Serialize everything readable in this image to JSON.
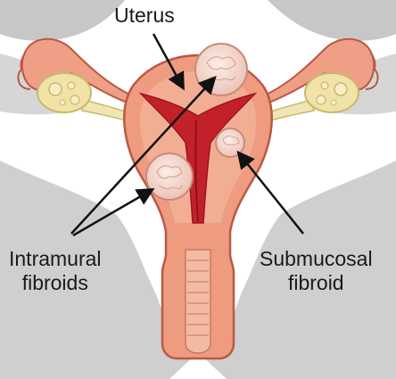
{
  "labels": {
    "uterus": "Uterus",
    "intramural_line1": "Intramural",
    "intramural_line2": "fibroids",
    "submucosal_line1": "Submucosal",
    "submucosal_line2": "fibroid"
  },
  "colors": {
    "background_silhouette": "#bfbfbf",
    "uterus_outer": "#ee9b80",
    "uterus_inner": "#f2ae93",
    "uterus_outline": "#b85a45",
    "cavity": "#c3212a",
    "cavity_dark": "#9e1420",
    "fibroid": "#f4d7cd",
    "fibroid_outline": "#c98a7c",
    "ovary": "#f1e3a7",
    "ligament": "#efe6b3",
    "tube": "#ef9f86",
    "arrow": "#111111"
  },
  "icons": {
    "arrow_head": "arrowhead-icon"
  }
}
